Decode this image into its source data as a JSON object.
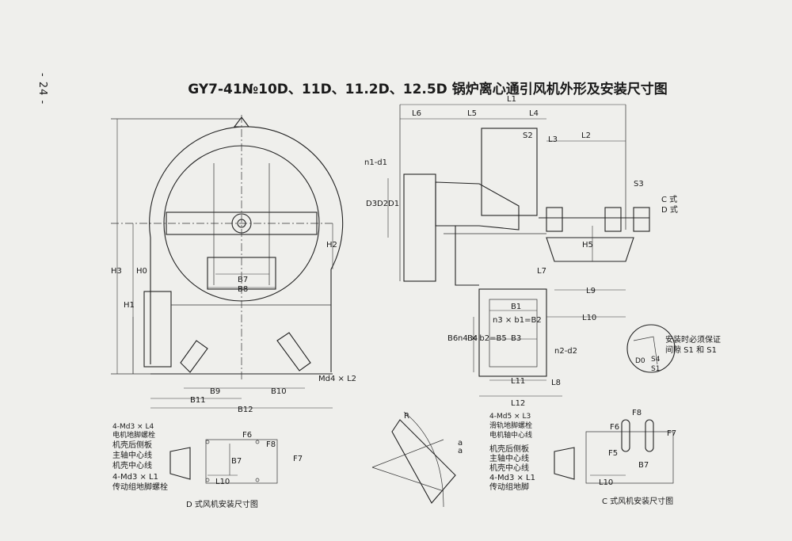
{
  "page": {
    "number": "- 24 -",
    "title": "GY7-41№10D、11D、11.2D、12.5D 锅炉离心通引风机外形及安装尺寸图"
  },
  "left_view": {
    "dims": {
      "H3": "H3",
      "H0": "H0",
      "H1": "H1",
      "H2": "H2",
      "B7": "B7",
      "B8": "B8",
      "B9": "B9",
      "B10": "B10",
      "B11": "B11",
      "B12": "B12",
      "md4": "Md4 × L2"
    }
  },
  "side_view": {
    "dims": {
      "L1": "L1",
      "L6": "L6",
      "L5": "L5",
      "L4": "L4",
      "L3": "L3",
      "L2": "L2",
      "S2": "S2",
      "S3": "S3",
      "n1d1": "n1-d1",
      "D3": "D3",
      "D2": "D2",
      "D1": "D1",
      "H5": "H5",
      "L7": "L7",
      "L9": "L9",
      "L10": "L10",
      "B1": "B1",
      "n3b1": "n3 × b1=B2",
      "B6": "B6",
      "n4b2": "n4 × b2=B5",
      "B4": "B4",
      "B3": "B3",
      "n2d2": "n2-d2",
      "L11": "L11",
      "L8": "L8",
      "L12": "L12"
    },
    "c_label": "C 式",
    "d_label": "D 式"
  },
  "detail": {
    "note1": "安装时必须保证",
    "note2": "间隙 S1 和 S1",
    "D0": "D0",
    "S4": "S4",
    "S1": "S1"
  },
  "cone": {
    "R": "R",
    "a1": "a",
    "a2": "a"
  },
  "d_plan": {
    "md3_l4": "4-Md3 × L4",
    "motor_bolt": "电机地脚螺栓",
    "housing_plate": "机壳后侧板",
    "main_axis": "主轴中心线",
    "housing_axis": "机壳中心线",
    "md3_l1": "4-Md3 × L1",
    "drive_bolt": "传动组地脚螺栓",
    "F6": "F6",
    "F8": "F8",
    "B7": "B7",
    "F7": "F7",
    "L10": "L10",
    "caption": "D 式风机安装尺寸图"
  },
  "c_plan": {
    "md5_l3": "4-Md5 × L3",
    "rail_bolt": "滑轨地脚螺栓",
    "motor_axis": "电机轴中心线",
    "housing_plate": "机壳后侧板",
    "main_axis": "主轴中心线",
    "housing_axis": "机壳中心线",
    "md3_l1": "4-Md3 × L1",
    "drive_foot": "传动组地脚",
    "F8": "F8",
    "F6": "F6",
    "F7": "F7",
    "F5": "F5",
    "B7": "B7",
    "L10": "L10",
    "caption": "C 式风机安装尺寸图"
  },
  "colors": {
    "paper": "#efefec",
    "ink": "#1a1a1a"
  }
}
